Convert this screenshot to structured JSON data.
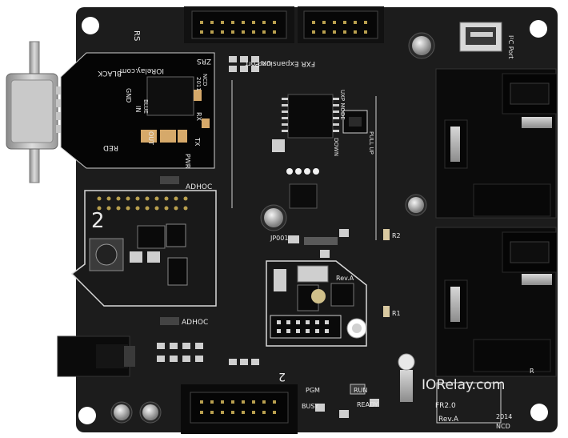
{
  "board": {
    "brand_label": "IORelay.com",
    "rev_label": "Rev.A",
    "model_label": "FR2.0",
    "year_label": "2014",
    "maker_label": "NCD",
    "relay_1_label": "R1",
    "relay_2_label": "R2",
    "fxr_port_label": "FXR Expansion Port",
    "iic_port_label": "I²C Port",
    "uxp_label": "UXP",
    "uxp_mode_label": "UXP MODE",
    "pull_up_label": "PULL UP",
    "pull_down_label": "DOWN",
    "jp_label": "JP001",
    "center_rev_label": "Rev.A",
    "adhoc_label_1": "ADHOC",
    "adhoc_label_2": "ADHOC",
    "slot_number": "2",
    "uxp_number": "2",
    "pgm_label": "PGM",
    "run_label": "RUN",
    "busy_label": "BUSY",
    "ready_label": "READY",
    "rs_label": "RS",
    "r_corner_label": "R"
  },
  "zrs_module": {
    "title": "IORelay.com",
    "code_label": "ZRS",
    "ncd_label": "NCD",
    "year_label": "2011",
    "black_label": "BLACK",
    "gnd_label": "GND",
    "in_label": "IN",
    "blue_label": "BLUE",
    "out_label": "OUT",
    "red_label": "RED",
    "pwr_label": "PWR",
    "tx_label": "TX",
    "rx_label": "RX"
  },
  "colors": {
    "pcb": "#1c1c1c",
    "silkscreen": "#e9e9e9",
    "relay_body": "#0b0b0b",
    "metal": "#b8b8b8",
    "copper": "#c9a24a"
  }
}
